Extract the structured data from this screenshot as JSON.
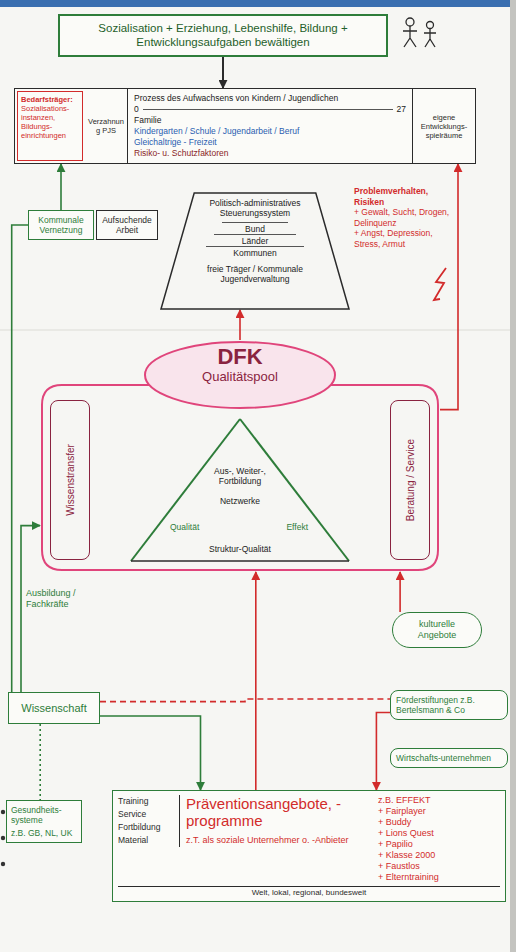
{
  "diagram": {
    "nodes": [
      {
        "text": [
          "Sozialisation + Erziehung, Lebenshilfe, Bildung + Entwicklungsaufgaben bewältigen"
        ]
      },
      {
        "text": [
          "Prozess des Aufwachsens von Kindern / Jugendlichen",
          "0",
          "27",
          "Familie",
          "Kindergarten / Schule / Jugendarbeit / Beruf",
          "Gleichaltrige - Freizeit",
          "Risiko- u. Schutzfaktoren"
        ]
      },
      {
        "text": [
          "Bedarfsträger:",
          "Sozialisations-instanzen, Bildungs-einrichtungen"
        ],
        "in": 1
      },
      {
        "text": [
          "Verzahnung PJS"
        ],
        "in": 1
      },
      {
        "text": [
          "eigene Entwicklungs-spielräume"
        ],
        "in": 1
      },
      {
        "text": [
          "Kommunale Vernetzung"
        ]
      },
      {
        "text": [
          "Aufsuchende Arbeit"
        ]
      },
      {
        "text": [
          "Politisch-administratives Steuerungssystem",
          "Bund",
          "Länder",
          "Kommunen",
          "freie Träger / Kommunale Jugendverwaltung"
        ]
      },
      {
        "text": [
          "DFK",
          "Qualitätspool"
        ]
      },
      {
        "text": [
          "Wissenstransfer"
        ],
        "in": 8
      },
      {
        "text": [
          "Beratung / Service"
        ],
        "in": 8
      },
      {
        "text": [
          "Aus-, Weiter-, Fortbildung",
          "Netzwerke",
          "Qualität",
          "Effekt",
          "Struktur-Qualität"
        ],
        "in": 8
      },
      {
        "text": [
          "Wissenschaft"
        ]
      },
      {
        "text": [
          "kulturelle Angebote"
        ]
      },
      {
        "text": [
          "Förderstiftungen z.B. Bertelsmann & Co"
        ]
      },
      {
        "text": [
          "Wirtschafts-unternehmen"
        ]
      },
      {
        "text": [
          "Gesundheits-systeme",
          "z.B. GB, NL, UK"
        ]
      },
      {
        "text": [
          "Training",
          "Service",
          "Fortbildung",
          "Material",
          "Präventionsangebote, -programme",
          "z.T. als soziale Unternehmer o. -Anbieter",
          "z.B. EFFEKT",
          "+ Fairplayer",
          "+ Buddy",
          "+ Lions Quest",
          "+ Papilio",
          "+ Klasse 2000",
          "+ Faustlos",
          "+ Elterntraining",
          "Welt, lokal, regional, bundesweit"
        ]
      }
    ],
    "edges": [
      {
        "from": 0,
        "to": 1,
        "arrow": "to"
      },
      {
        "from": 5,
        "to": 1,
        "arrow": "to"
      },
      {
        "from": 8,
        "to": 7,
        "arrow": "to"
      },
      {
        "from": 8,
        "to": 1,
        "arrow": "to"
      },
      {
        "from": 12,
        "to": 8,
        "arrow": "to"
      },
      {
        "from": 12,
        "to": 17,
        "arrow": "to"
      },
      {
        "from": 12,
        "to": 16,
        "arrow": "none"
      },
      {
        "from": 17,
        "to": 8,
        "arrow": "to"
      },
      {
        "from": 13,
        "to": 8,
        "arrow": "to"
      },
      {
        "from": 14,
        "to": 17,
        "arrow": "to"
      },
      {
        "from": 12,
        "to": 14,
        "arrow": "none"
      },
      {
        "from": 12,
        "to": 5,
        "arrow": "none"
      }
    ],
    "labels": [
      "Problemverhalten, Risiken",
      "+ Gewalt, Sucht, Drogen, Delinquenz",
      "+ Angst, Depression, Stress, Armut",
      "Ausbildung / Fachkräfte"
    ]
  }
}
